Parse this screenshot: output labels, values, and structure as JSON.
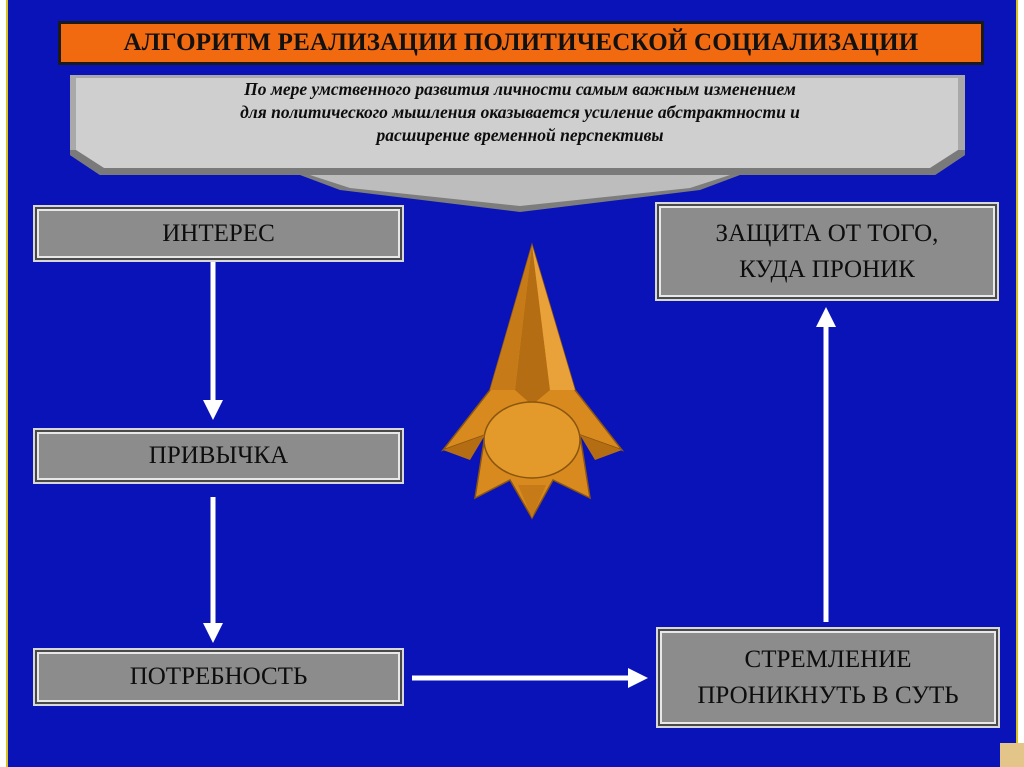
{
  "title": "АЛГОРИТМ РЕАЛИЗАЦИИ ПОЛИТИЧЕСКОЙ СОЦИАЛИЗАЦИИ",
  "banner": {
    "lines": [
      "По мере умственного развития личности самым важным изменением",
      "для политического мышления оказывается усиление абстрактности и",
      "расширение временной перспективы"
    ]
  },
  "boxes": {
    "interest": {
      "lines": [
        "ИНТЕРЕС"
      ]
    },
    "habit": {
      "lines": [
        "ПРИВЫЧКА"
      ]
    },
    "need": {
      "lines": [
        "ПОТРЕБНОСТЬ"
      ]
    },
    "striving": {
      "lines": [
        "СТРЕМЛЕНИЕ",
        "ПРОНИКНУТЬ В СУТЬ"
      ]
    },
    "protection": {
      "lines": [
        "ЗАЩИТА ОТ ТОГО,",
        "КУДА ПРОНИК"
      ]
    }
  },
  "colors": {
    "background": "#0a13b8",
    "title_bar": "#f26a10",
    "box_fill": "#8c8c8c",
    "arrow": "#ffffff",
    "star_shape": "#d98a1e"
  },
  "icons": {
    "star": "orange-pointed-star-icon"
  }
}
